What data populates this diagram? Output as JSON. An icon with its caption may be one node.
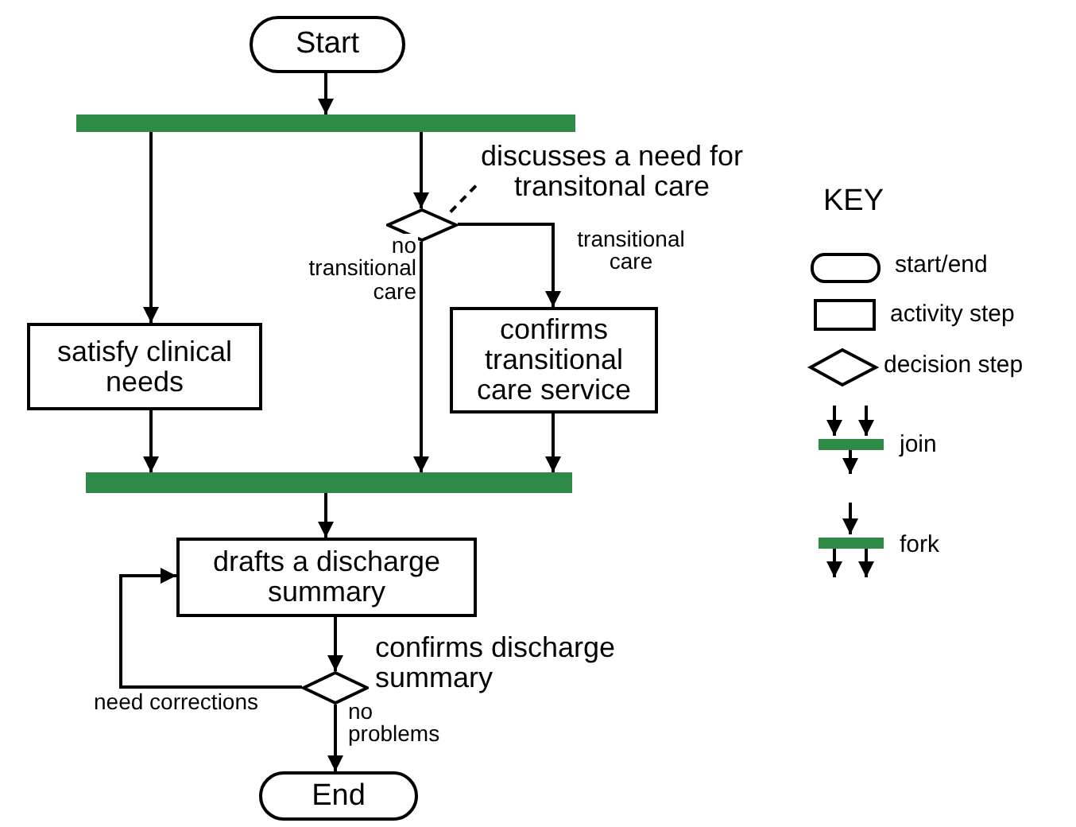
{
  "diagram": {
    "nodes": [
      {
        "text": [
          "Start"
        ]
      },
      {
        "text": [],
        "shape": "bar"
      },
      {
        "text": [],
        "shape": "diamond"
      },
      {
        "text": [
          "discusses a need for transitonal care"
        ]
      },
      {
        "text": [
          "satisfy clinical needs"
        ]
      },
      {
        "text": [
          "confirms transitional care service"
        ]
      },
      {
        "text": [],
        "shape": "bar"
      },
      {
        "text": [
          "drafts a discharge summary"
        ]
      },
      {
        "text": [],
        "shape": "diamond",
        "beside": [
          "confirms discharge summary"
        ]
      },
      {
        "text": [
          "End"
        ]
      }
    ],
    "edges": [
      {
        "from": 0,
        "to": 1,
        "arrow": "to"
      },
      {
        "from": 1,
        "to": 4,
        "arrow": "to"
      },
      {
        "from": 1,
        "to": 2,
        "arrow": "to"
      },
      {
        "from": 3,
        "to": 2,
        "arrow": "none",
        "style": "dashed"
      },
      {
        "from": 2,
        "to": 5,
        "arrow": "to",
        "label": "transitional care"
      },
      {
        "from": 2,
        "to": 6,
        "arrow": "to",
        "label": "no transitional care"
      },
      {
        "from": 4,
        "to": 6,
        "arrow": "to"
      },
      {
        "from": 5,
        "to": 6,
        "arrow": "to"
      },
      {
        "from": 6,
        "to": 7,
        "arrow": "to"
      },
      {
        "from": 7,
        "to": 8,
        "arrow": "to"
      },
      {
        "from": 8,
        "to": 7,
        "arrow": "to",
        "label": "need corrections"
      },
      {
        "from": 8,
        "to": 9,
        "arrow": "to",
        "label": "no problems"
      }
    ],
    "labels": [
      "KEY"
    ],
    "legend": [
      {
        "text": "start/end"
      },
      {
        "text": "activity step"
      },
      {
        "text": "decision step"
      },
      {
        "text": "join"
      },
      {
        "text": "fork"
      }
    ]
  }
}
